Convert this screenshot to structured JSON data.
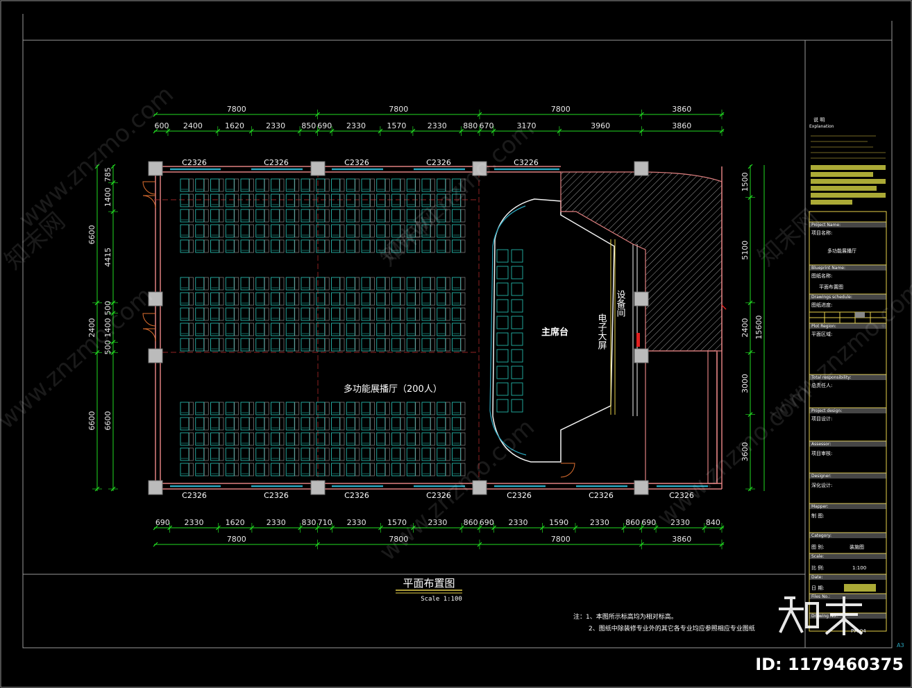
{
  "dims": {
    "top_overall": [
      "7800",
      "7800",
      "7800",
      "3860"
    ],
    "top_detail": [
      "600",
      "2400",
      "1620",
      "2330",
      "850",
      "690",
      "2330",
      "1570",
      "2330",
      "880",
      "670",
      "3170",
      "3960",
      "3860"
    ],
    "bottom_detail": [
      "690",
      "2330",
      "1620",
      "2330",
      "830",
      "710",
      "2330",
      "1570",
      "2330",
      "860",
      "690",
      "2330",
      "1590",
      "2330",
      "860",
      "690",
      "2330",
      "840"
    ],
    "bottom_overall": [
      "7800",
      "7800",
      "7800",
      "3860"
    ],
    "left_outer": [
      "6600",
      "2400",
      "6600"
    ],
    "left_inner": [
      "785",
      "1400",
      "4415",
      "500",
      "1400",
      "500",
      "6600"
    ],
    "right": [
      "1500",
      "5100",
      "2400",
      "3000",
      "3600"
    ],
    "right_total": "15600"
  },
  "windows": {
    "top": [
      "C2326",
      "C2326",
      "C2326",
      "C2326",
      "C3226"
    ],
    "bottom": [
      "C2326",
      "C2326",
      "C2326",
      "C2326",
      "C2326",
      "C2326",
      "C2326"
    ]
  },
  "rooms": {
    "hall": "多功能展播厅（200人）",
    "stage": "主席台",
    "screen": "电子大屏",
    "equipment": "设备间"
  },
  "title": {
    "main": "平面布置图",
    "scale": "Scale 1:100"
  },
  "notes": {
    "n1": "注：1、本图所示标高均为相对标高。",
    "n2": "2、图纸中除装修专业外的其它各专业均应参照相应专业图纸"
  },
  "titleblock": {
    "explain_cn": "说    明",
    "explain_en": "Explanation",
    "project_name_en": "Project Name:",
    "project_name_label": "项目名称:",
    "project_name": "多功能展播厅",
    "blueprint_en": "Blueprint Name:",
    "blueprint_label": "图纸名称:",
    "blueprint": "平面布置图",
    "schedule_en": "Drawings schedule:",
    "schedule_label": "图纸进度:",
    "plot_en": "Plot Region:",
    "plot_label": "平面区域:",
    "total_en": "Total responsibility:",
    "total_label": "总责任人:",
    "design_en": "Project design:",
    "design_label": "项目设计:",
    "assessor_en": "Assessor:",
    "assessor_label": "项目审核:",
    "designer_en": "Designer:",
    "designer_label": "深化设计:",
    "mapper_en": "Mapper:",
    "mapper_label": "制    图:",
    "category_en": "Category:",
    "category_label": "图    别:",
    "category": "装施图",
    "scale_en": "Scale:",
    "scale_label": "比    例:",
    "scale": "1:100",
    "date_en": "Date:",
    "date_label": "日    期:",
    "files_en": "Files No.:",
    "drawing_no_en": "Drawing No.:",
    "drawing_no": "PM-04",
    "sheet": "A3"
  },
  "watermark": {
    "brand": "知末",
    "id": "ID: 1179460375",
    "site": "www.znzmo.com",
    "site_cn": "知末网"
  },
  "colors": {
    "dim": "#22dd22",
    "wall": "#e08080",
    "window": "#2aa8c0",
    "seat": "#25b5aa",
    "column": "#bbbbbb",
    "frame": "#bbbbbb",
    "yellow": "#e8d24a"
  }
}
